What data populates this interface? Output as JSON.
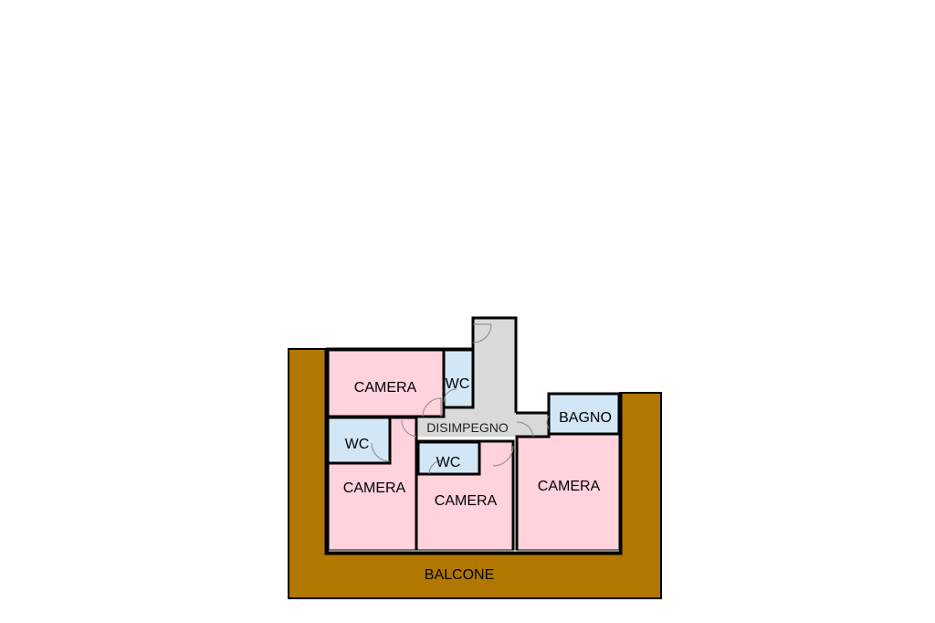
{
  "colors": {
    "balcony": "#b27700",
    "bedroom": "#ffd2dc",
    "bathroom": "#d2e6f5",
    "corridor": "#d9d9d9",
    "wall": "#000000"
  },
  "rooms": {
    "camera_top_left": "CAMERA",
    "wc_top": "WC",
    "wc_left": "WC",
    "camera_bottom_left": "CAMERA",
    "wc_center": "WC",
    "camera_center": "CAMERA",
    "bagno": "BAGNO",
    "camera_right": "CAMERA",
    "disimpegno": "DISIMPEGNO",
    "balcone": "BALCONE"
  }
}
